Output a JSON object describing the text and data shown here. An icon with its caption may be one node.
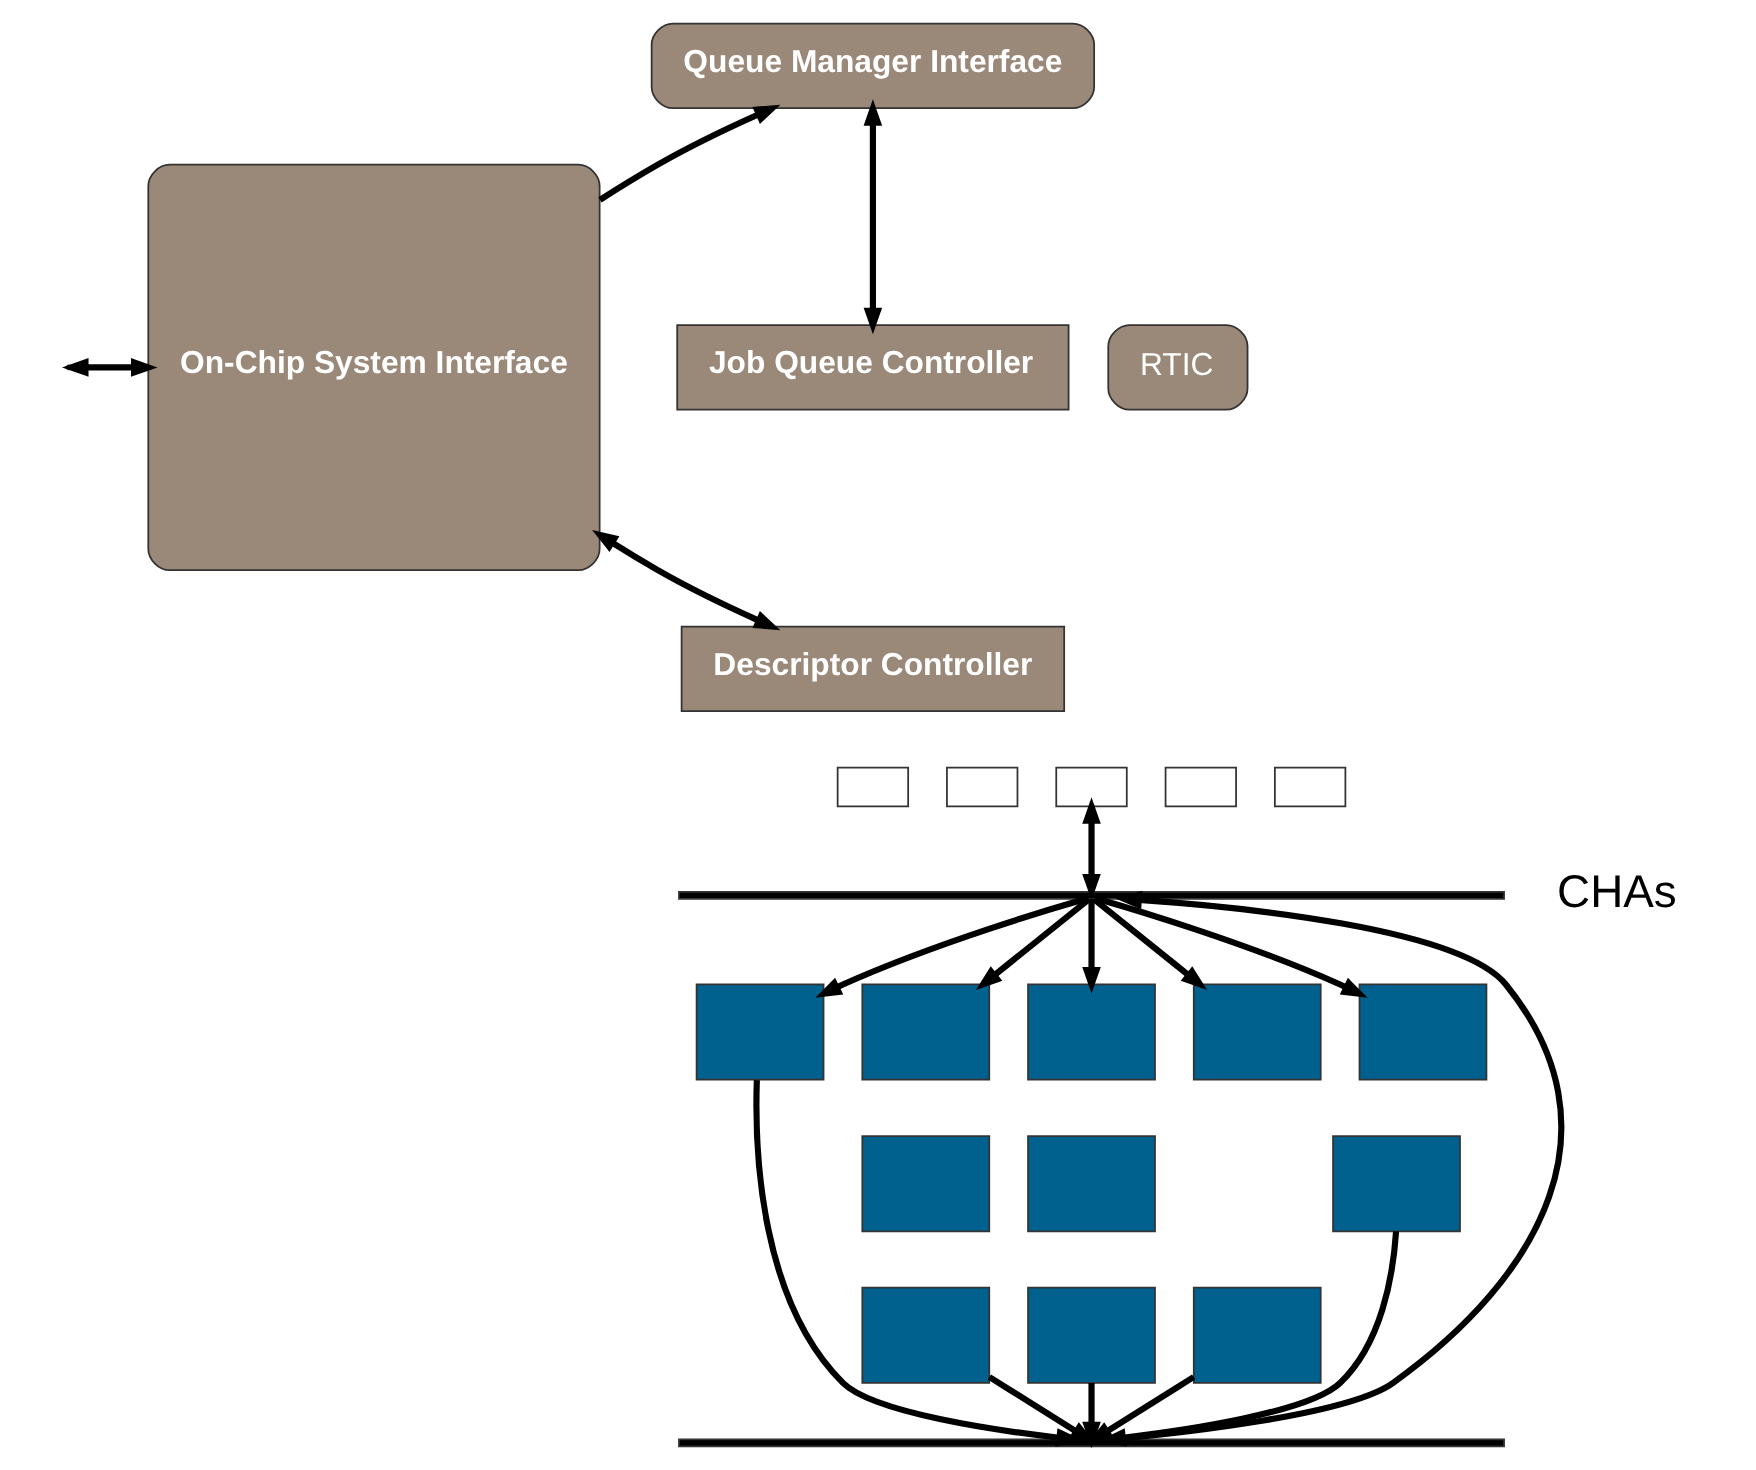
{
  "diagram": {
    "nodes": [
      {
        "text": [
          "On-Chip System Interface"
        ]
      },
      {
        "text": [
          "Queue Manager Interface"
        ]
      },
      {
        "text": [
          "Job Queue Controller"
        ]
      },
      {
        "text": [
          "RTIC"
        ]
      },
      {
        "text": [
          "Descriptor Controller"
        ]
      },
      {
        "text": [],
        "shape": "box"
      },
      {
        "text": [],
        "shape": "box"
      },
      {
        "text": [],
        "shape": "box"
      },
      {
        "text": [],
        "shape": "box"
      },
      {
        "text": [],
        "shape": "box"
      },
      {
        "text": [],
        "shape": "bar"
      },
      {
        "text": [],
        "shape": "box"
      },
      {
        "text": [],
        "shape": "box"
      },
      {
        "text": [],
        "shape": "box"
      },
      {
        "text": [],
        "shape": "box"
      },
      {
        "text": [],
        "shape": "box"
      },
      {
        "text": [],
        "shape": "box"
      },
      {
        "text": [],
        "shape": "box"
      },
      {
        "text": [],
        "shape": "box"
      },
      {
        "text": [],
        "shape": "box"
      },
      {
        "text": [],
        "shape": "box"
      },
      {
        "text": [],
        "shape": "box"
      },
      {
        "text": [],
        "shape": "bar"
      }
    ],
    "edges": [
      {
        "from": null,
        "to": 0,
        "arrow": "both"
      },
      {
        "from": 0,
        "to": 1,
        "arrow": "to"
      },
      {
        "from": 1,
        "to": 2,
        "arrow": "both"
      },
      {
        "from": 0,
        "to": 4,
        "arrow": "both"
      },
      {
        "from": 7,
        "to": 10,
        "arrow": "both"
      },
      {
        "from": 10,
        "to": 11,
        "arrow": "to"
      },
      {
        "from": 10,
        "to": 12,
        "arrow": "to"
      },
      {
        "from": 10,
        "to": 15,
        "arrow": "to"
      },
      {
        "from": 10,
        "to": 18,
        "arrow": "to"
      },
      {
        "from": 10,
        "to": 20,
        "arrow": "to"
      },
      {
        "from": 11,
        "to": 22,
        "arrow": "to"
      },
      {
        "from": 14,
        "to": 22,
        "arrow": "to"
      },
      {
        "from": 17,
        "to": 22,
        "arrow": "to"
      },
      {
        "from": 19,
        "to": 22,
        "arrow": "to"
      },
      {
        "from": 21,
        "to": 22,
        "arrow": "to"
      },
      {
        "from": 22,
        "to": 10,
        "arrow": "to"
      }
    ],
    "labels": [
      "CHAs"
    ]
  }
}
